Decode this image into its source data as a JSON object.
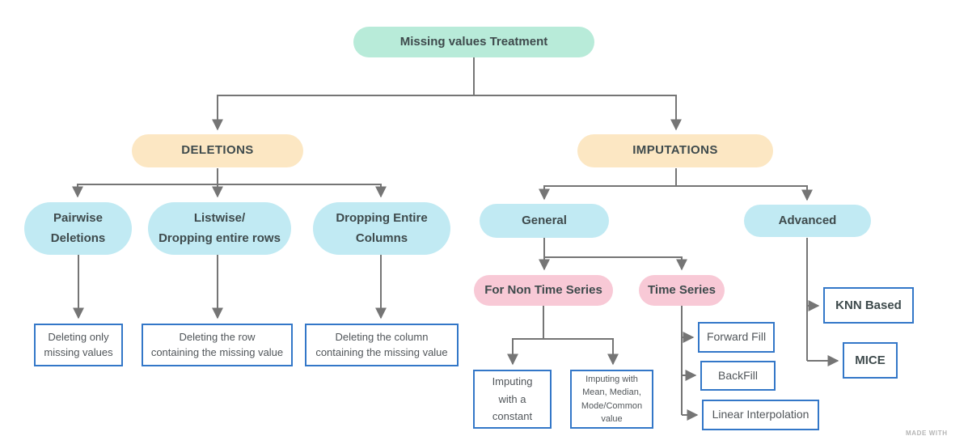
{
  "diagram_type": "flowchart",
  "tree": {
    "root": "Missing values Treatment",
    "deletions": {
      "label": "DELETIONS",
      "pairwise": {
        "label": "Pairwise\nDeletions",
        "leaf": "Deleting only\nmissing values"
      },
      "listwise": {
        "label": "Listwise/\nDropping entire rows",
        "leaf": "Deleting the row\ncontaining the missing value"
      },
      "drop_columns": {
        "label": "Dropping Entire\nColumns",
        "leaf": "Deleting the column\ncontaining the missing value"
      }
    },
    "imputations": {
      "label": "IMPUTATIONS",
      "general": {
        "label": "General",
        "non_time_series": {
          "label": "For Non Time Series",
          "leaves": [
            "Imputing\nwith a\nconstant",
            "Imputing with\nMean, Median,\nMode/Common\nvalue"
          ]
        },
        "time_series": {
          "label": "Time Series",
          "leaves": [
            "Forward Fill",
            "BackFill",
            "Linear Interpolation"
          ]
        }
      },
      "advanced": {
        "label": "Advanced",
        "leaves": [
          "KNN Based",
          "MICE"
        ]
      }
    }
  },
  "colors": {
    "root_fill": "#b8ebd9",
    "category_fill": "#fce7c3",
    "group_fill": "#c1eaf3",
    "subgroup_fill": "#f8c9d6",
    "leaf_border": "#3377c8",
    "connector": "#757575",
    "text_dark": "#3e4a4c",
    "text_gray": "#51565a"
  },
  "watermark": "MADE WITH"
}
